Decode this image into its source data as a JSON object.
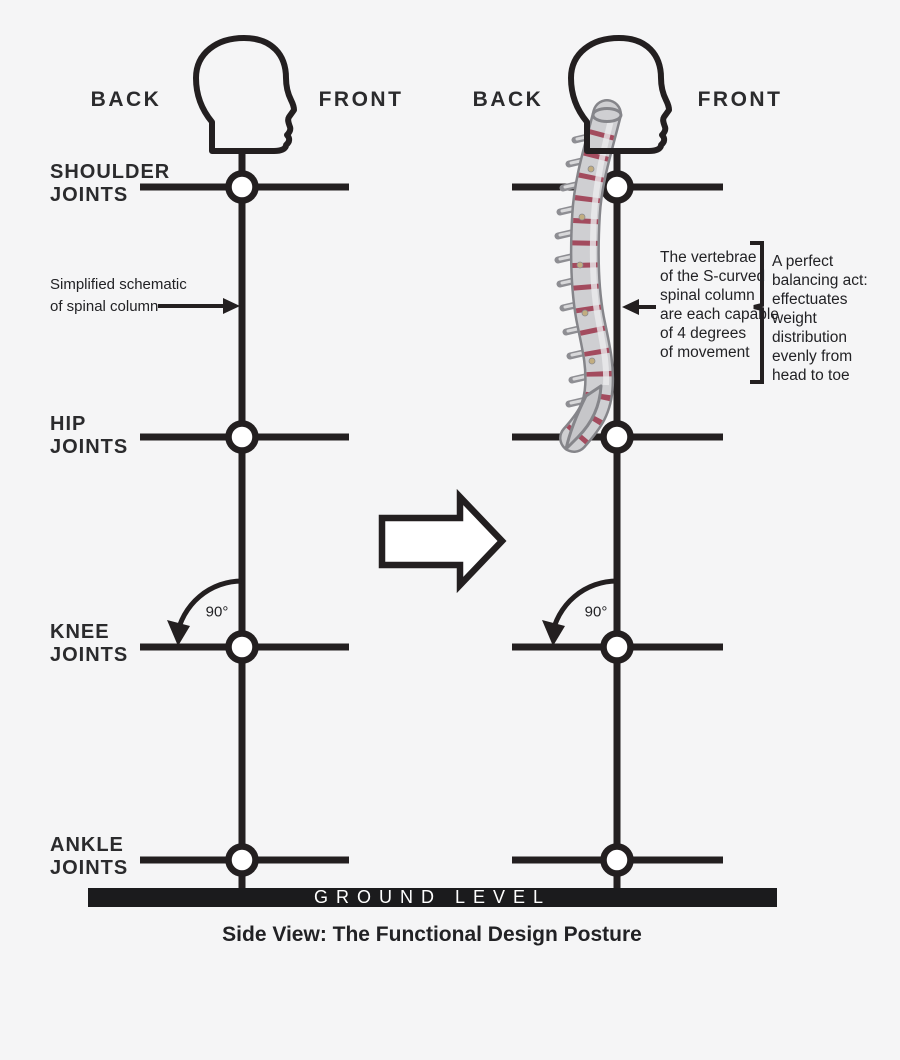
{
  "title_caption": "Side View: The Functional Design Posture",
  "colors": {
    "background": "#f5f5f6",
    "ink": "#231f20",
    "bone": "#cfcfd2",
    "bone_shadow": "#85858a",
    "disc": "#a34b5e",
    "facet": "#c2ad80",
    "ground_bar": "#1b1b1d"
  },
  "figure_left": {
    "back": "BACK",
    "front": "FRONT",
    "note": "Simplified schematic\nof spinal column",
    "knee_angle": "90°"
  },
  "figure_right": {
    "back": "BACK",
    "front": "FRONT",
    "spine_note": "The vertebrae\nof the S-curved\nspinal column\nare each capable\nof 4 degrees\nof movement",
    "balance_note": "A perfect\nbalancing act:\neffectuates\nweight\ndistribution\nevenly from\nhead to toe",
    "knee_angle": "90°"
  },
  "joints": {
    "shoulder": "SHOULDER\nJOINTS",
    "hip": "HIP\nJOINTS",
    "knee": "KNEE\nJOINTS",
    "ankle": "ANKLE\nJOINTS"
  },
  "ground": "GROUND LEVEL"
}
